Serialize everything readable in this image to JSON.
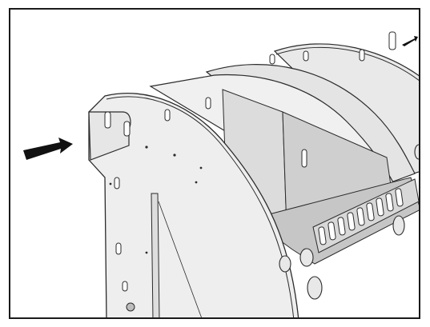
{
  "figure": {
    "subject": "assembly-illustration",
    "colors": {
      "border": "#1a1a1a",
      "panel_light": "#eeeeee",
      "panel_mid": "#e2e2e2",
      "panel_dark": "#c9c9c9",
      "panel_shadow": "#b3b3b3",
      "outline": "#2b2b2b",
      "arrow": "#111111"
    },
    "arrows": [
      {
        "name": "arrow-left-indicator",
        "direction": "right"
      },
      {
        "name": "arrow-top-right-indicator",
        "direction": "left"
      }
    ],
    "panels": [
      {
        "name": "front-end-panel"
      },
      {
        "name": "middle-arched-panel-1"
      },
      {
        "name": "middle-arched-panel-2"
      },
      {
        "name": "rear-arched-panel"
      },
      {
        "name": "bottom-floor-panel"
      },
      {
        "name": "slotted-rear-rail"
      }
    ]
  }
}
